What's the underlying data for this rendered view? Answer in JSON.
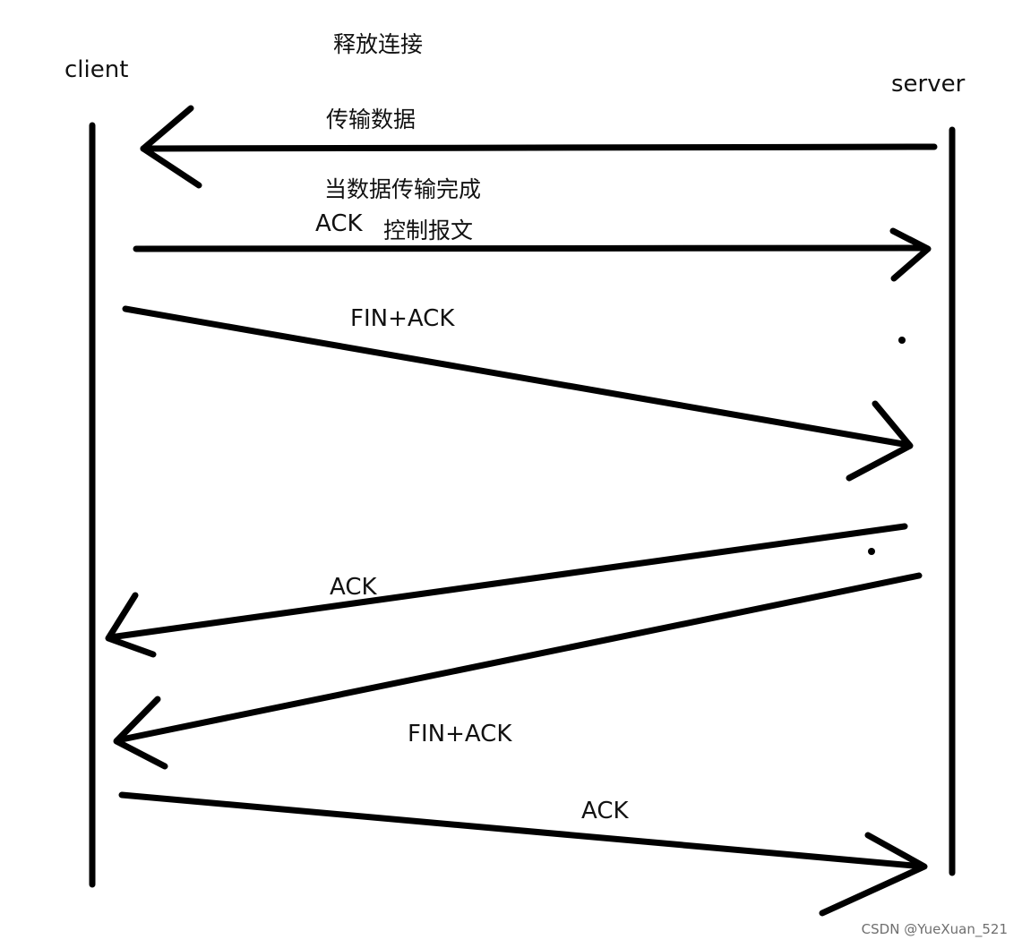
{
  "diagram": {
    "title": "释放连接",
    "participants": {
      "client": "client",
      "server": "server"
    },
    "messages": [
      {
        "id": "transfer-data",
        "from": "server",
        "to": "client",
        "label": "传输数据"
      },
      {
        "id": "ack-control",
        "from": "client",
        "to": "server",
        "label": "ACK",
        "note_above": "当数据传输完成",
        "sublabel": "控制报文"
      },
      {
        "id": "fin-ack-1",
        "from": "client",
        "to": "server",
        "label": "FIN+ACK"
      },
      {
        "id": "ack-2",
        "from": "server",
        "to": "client",
        "label": "ACK"
      },
      {
        "id": "fin-ack-2",
        "from": "server",
        "to": "client",
        "label": "FIN+ACK"
      },
      {
        "id": "ack-3",
        "from": "client",
        "to": "server",
        "label": "ACK"
      }
    ],
    "colors": {
      "ink": "#000000",
      "text": "#111111",
      "watermark": "#6f6f6f"
    }
  },
  "watermark": "CSDN @YueXuan_521"
}
